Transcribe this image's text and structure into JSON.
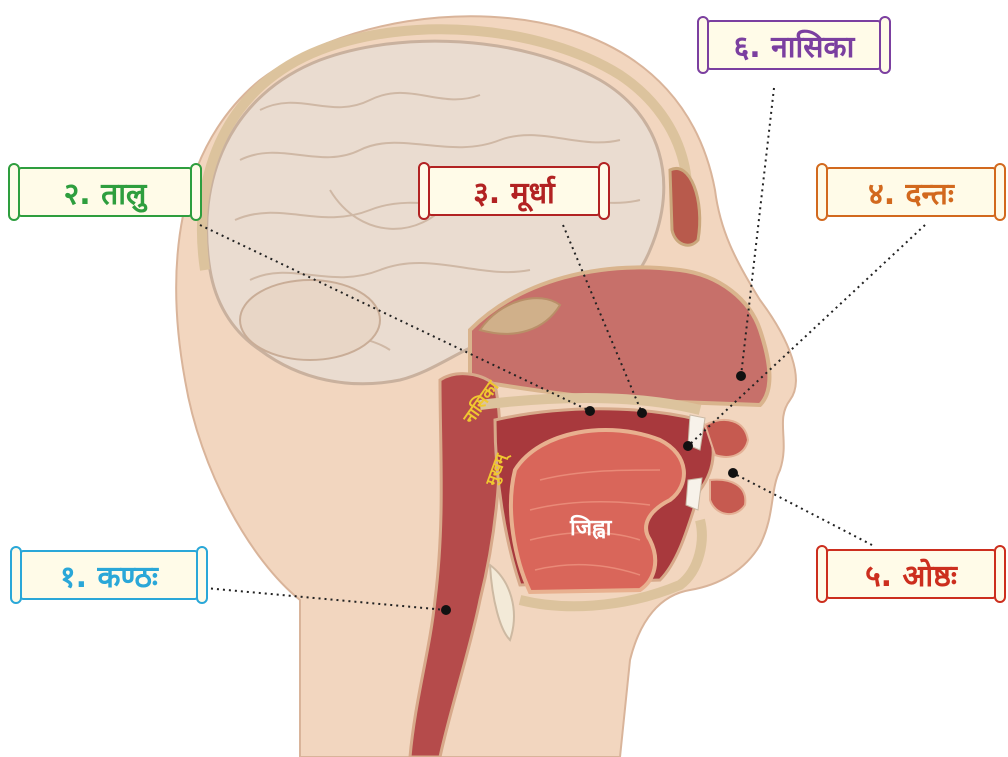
{
  "labels": {
    "kantha": "१. कण्ठः",
    "talu": "२. तालु",
    "murdha": "३. मूर्धा",
    "danta": "४. दन्तः",
    "oshtha": "५. ओष्ठः",
    "nasika": "६. नासिका"
  },
  "inner_labels": {
    "nasika": "नासिका",
    "mukham": "मुखम्",
    "jihva": "जिह्वा"
  },
  "colors": {
    "kantha": "#2aa7d8",
    "talu": "#2e9e3e",
    "murdha": "#b22222",
    "danta": "#d2691e",
    "oshtha": "#cc2e1e",
    "nasika": "#7b3fa0",
    "inner_text_yellow": "#f0c830",
    "skin": "#f2d6bf",
    "cavity": "#b84a4a"
  }
}
